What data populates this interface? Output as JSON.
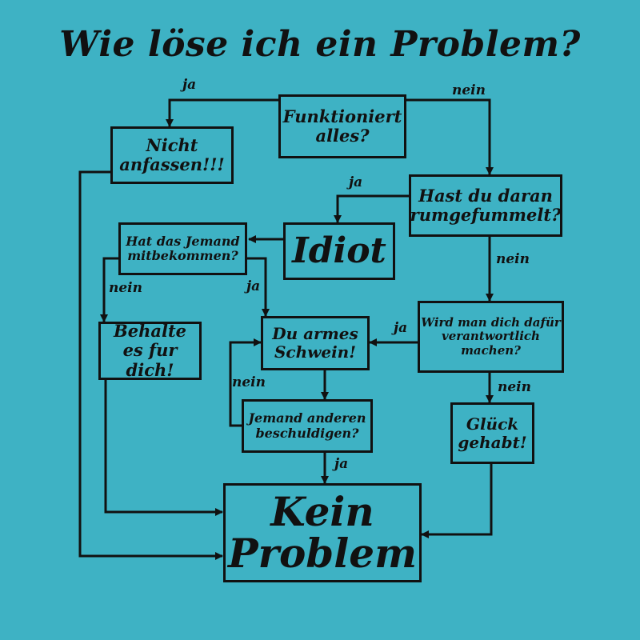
{
  "title": "Wie löse ich ein Problem?",
  "nodes": {
    "funktioniert": "Funktioniert alles?",
    "nicht_anfassen": "Nicht anfassen!!!",
    "hast_du": "Hast du daran rumgefummelt?",
    "idiot": "Idiot",
    "hat_jemand": "Hat das Jemand mitbekommen?",
    "wird_man": "Wird man dich dafür verantwortlich machen?",
    "behalte": "Behalte es fur dich!",
    "du_armes": "Du armes Schwein!",
    "jemand_anderen": "Jemand anderen beschuldigen?",
    "glueck": "Glück gehabt!",
    "kein_problem": "Kein Problem"
  },
  "labels": {
    "ja": "ja",
    "nein": "nein"
  }
}
